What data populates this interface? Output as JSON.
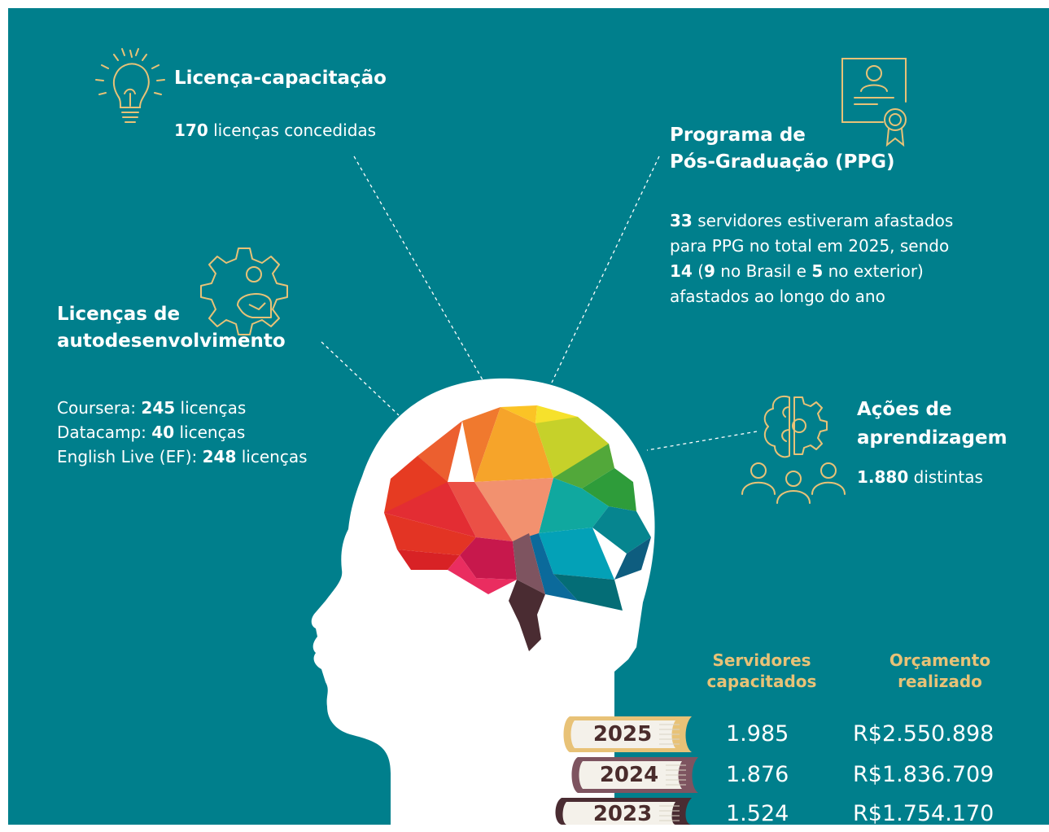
{
  "sections": {
    "capacitacao": {
      "title": "Licença-capacitação",
      "count": "170",
      "text": " licenças concedidas",
      "icon": "lightbulb-icon"
    },
    "ppg": {
      "title_line1": "Programa de",
      "title_line2": "Pós-Graduação (PPG)",
      "n_total": "33",
      "t1": " servidores estiveram afastados",
      "t2": "para PPG no total em 2025, sendo",
      "n_year": "14",
      "t3": " (",
      "n_brasil": "9",
      "t4": " no Brasil e ",
      "n_exterior": "5",
      "t5": " no exterior)",
      "t6": "afastados ao longo do ano",
      "icon": "certificate-icon"
    },
    "autodesenvolvimento": {
      "title_line1": "Licenças de",
      "title_line2": "autodesenvolvimento",
      "icon": "gear-person-icon",
      "items": [
        {
          "label": "Coursera: ",
          "value": "245",
          "unit": " licenças"
        },
        {
          "label": "Datacamp: ",
          "value": "40",
          "unit": " licenças"
        },
        {
          "label": "English Live (EF): ",
          "value": "248",
          "unit": " licenças"
        }
      ]
    },
    "acoes": {
      "title_line1": "Ações de",
      "title_line2": "aprendizagem",
      "count": "1.880",
      "text": " distintas",
      "icons": [
        "brain-gear-icon",
        "people-icon"
      ]
    }
  },
  "table": {
    "header_servidores": [
      "Servidores",
      "capacitados"
    ],
    "header_orcamento": [
      "Orçamento",
      "realizado"
    ],
    "rows": [
      {
        "year": "2025",
        "servidores": "1.985",
        "orcamento": "R$2.550.898"
      },
      {
        "year": "2024",
        "servidores": "1.876",
        "orcamento": "R$1.836.709"
      },
      {
        "year": "2023",
        "servidores": "1.524",
        "orcamento": "R$1.754.170"
      }
    ]
  },
  "colors": {
    "background": "#007F8C",
    "accent": "#E8C277",
    "text": "#FFFFFF",
    "book_text": "#4A2C2C"
  }
}
